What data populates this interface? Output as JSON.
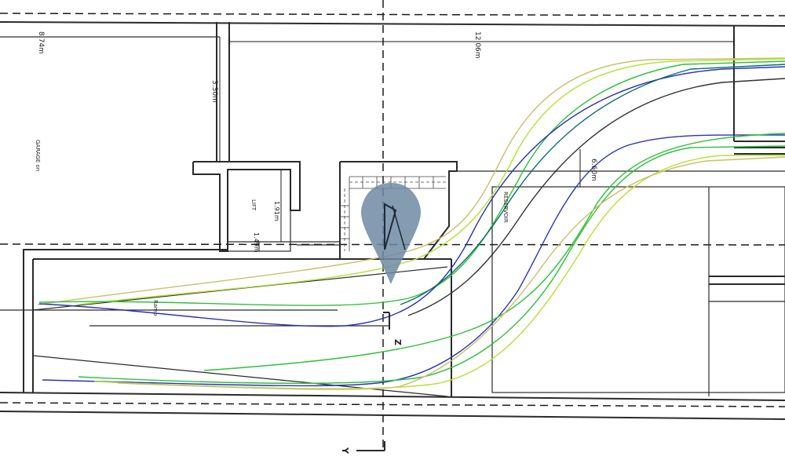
{
  "labels": {
    "garage": "GARAGE on",
    "lift": "LIFT",
    "reservoir": "RESERVOIR",
    "ramp": "Ramp",
    "dim_874": "8.74m",
    "dim_1206": "12.06m",
    "dim_330": "3.30m",
    "dim_191": "1.91m",
    "dim_149": "1.49m",
    "dim_660": "6.60m",
    "axis_z": "Z",
    "axis_y": "Y"
  },
  "colors": {
    "marker": "#6f8aa3",
    "trajectory_blue": "#2b35b3",
    "trajectory_green": "#2fc03a",
    "trajectory_lime": "#b7e03a",
    "trajectory_olive": "#c9c06a",
    "trajectory_teal": "#0c6b6b",
    "trajectory_dark": "#333333"
  },
  "icons": {
    "marker": "map-pin-icon"
  }
}
